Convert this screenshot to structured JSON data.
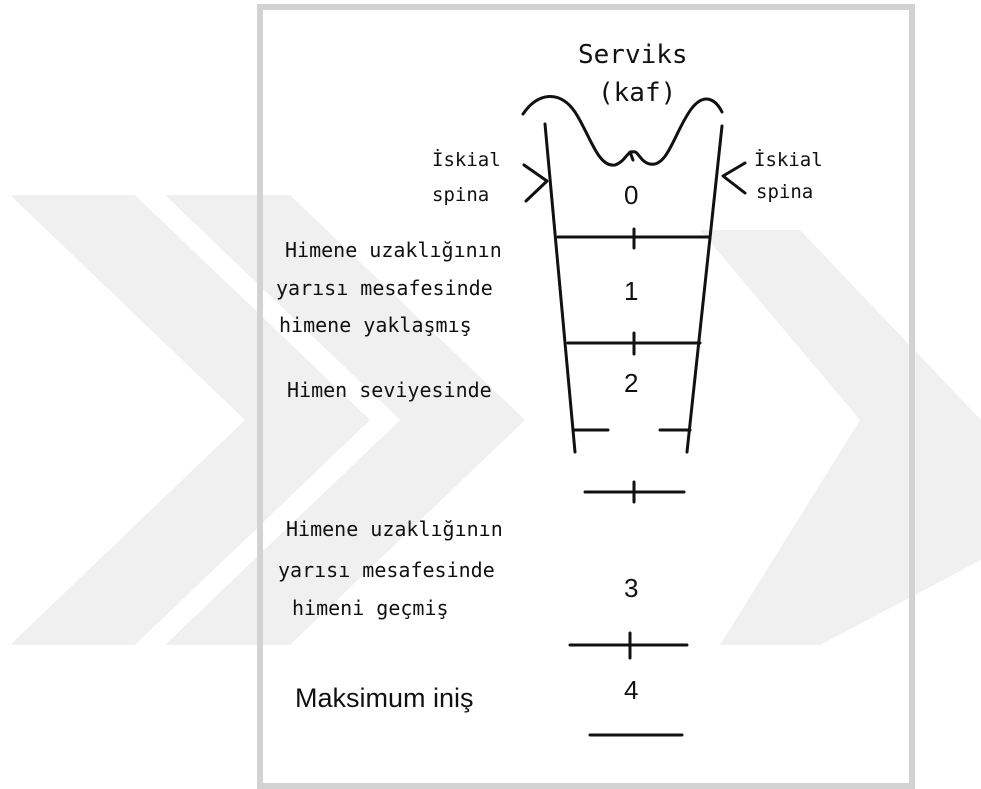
{
  "title": {
    "line1": "Serviks",
    "line2": "(kaf)"
  },
  "ischial_left": {
    "line1": "İskial",
    "line2": "spina"
  },
  "ischial_right": {
    "line1": "İskial",
    "line2": "spina"
  },
  "stations": [
    {
      "number": "0"
    },
    {
      "number": "1",
      "line1": "Himene uzaklığının",
      "line2": "yarısı mesafesinde",
      "line3": "himene yaklaşmış"
    },
    {
      "number": "2",
      "line1": "Himen seviyesinde"
    },
    {
      "number": "3",
      "line1": "Himene uzaklığının",
      "line2": "yarısı mesafesinde",
      "line3": "himeni geçmiş"
    },
    {
      "number": "4",
      "line1": "Maksimum iniş"
    }
  ],
  "colors": {
    "ink": "#111111",
    "frame": "#d2d2d2",
    "watermark": "#f0f0f0"
  }
}
